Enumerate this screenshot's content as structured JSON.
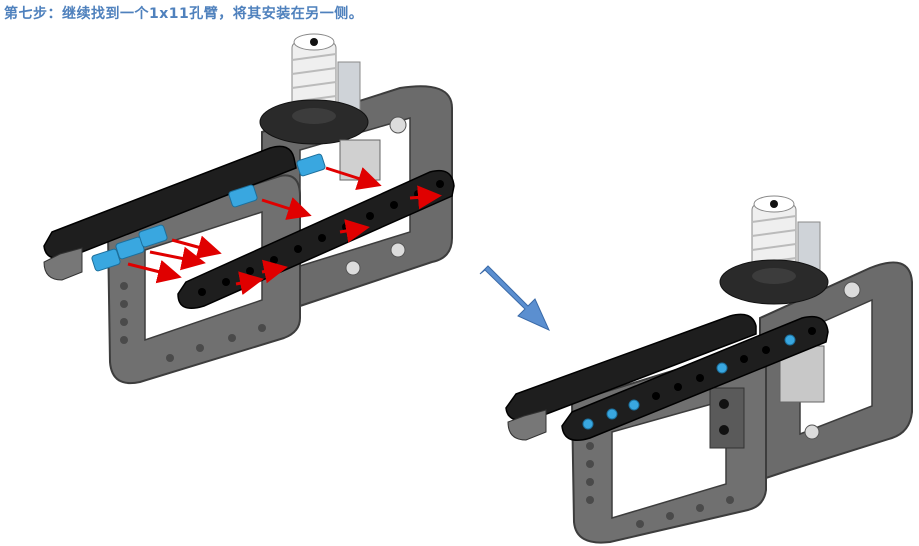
{
  "caption": {
    "text": "第七步：继续找到一个1x11孔臂，将其安装在另一侧。"
  },
  "colors": {
    "caption": "#4f81bd",
    "frame": "#6b6b6b",
    "beam_black": "#1e1e1e",
    "pin_blue": "#39a7e0",
    "arrow_red": "#e00000",
    "step_arrow": "#5b8fd0",
    "worm_white": "#efefef"
  },
  "icons": {
    "left_assembly": "lego-frame-assembly-before",
    "right_assembly": "lego-frame-assembly-after",
    "step_arrow": "diagonal-arrow-icon"
  }
}
